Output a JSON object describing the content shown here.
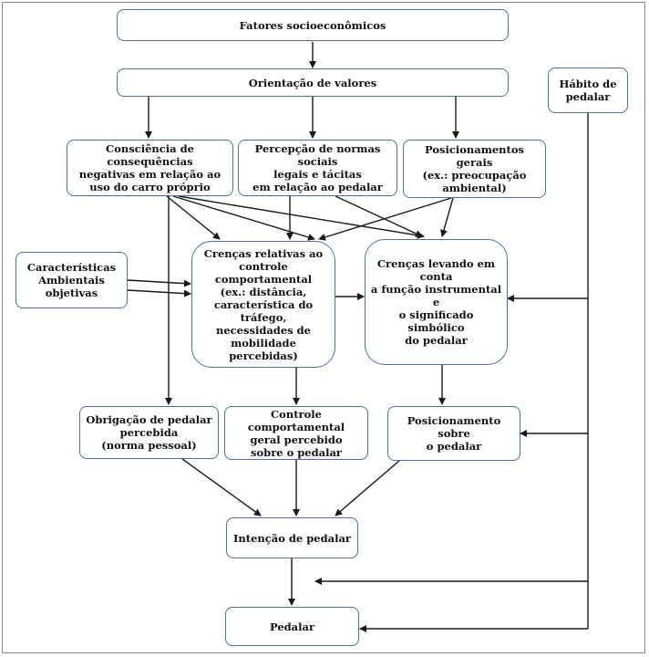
{
  "nodes": {
    "fatores": "Fatores socioeconômicos",
    "orientacao": "Orientação de valores",
    "habito": "Hábito de\npedalar",
    "consciencia": "Consciência de consequências\nnegativas em relação ao\nuso do carro próprio",
    "percepcao": "Percepção de normas sociais\nlegais e tácitas\nem relação ao pedalar",
    "posicionamentos": "Posicionamentos gerais\n(ex.: preocupação\nambiental)",
    "caracteristicas": "Características\nAmbientais\nobjetivas",
    "crencas_controle": "Crenças relativas ao\ncontrole comportamental\n(ex.: distância,\ncaracterística do tráfego,\nnecessidades de\nmobilidade percebidas)",
    "crencas_funcao": "Crenças levando em conta\na função instrumental e\no significado simbólico\ndo pedalar",
    "obrigacao": "Obrigação de pedalar\npercebida\n(norma pessoal)",
    "controle_geral": "Controle comportamental\ngeral percebido\nsobre o pedalar",
    "posicionamento_pedalar": "Posicionamento sobre\no pedalar",
    "intencao": "Intenção de pedalar",
    "pedalar": "Pedalar"
  },
  "colors": {
    "node_border": "#4a6fa5",
    "arrow": "#1a1a1a",
    "frame": "#8a8a8a"
  }
}
